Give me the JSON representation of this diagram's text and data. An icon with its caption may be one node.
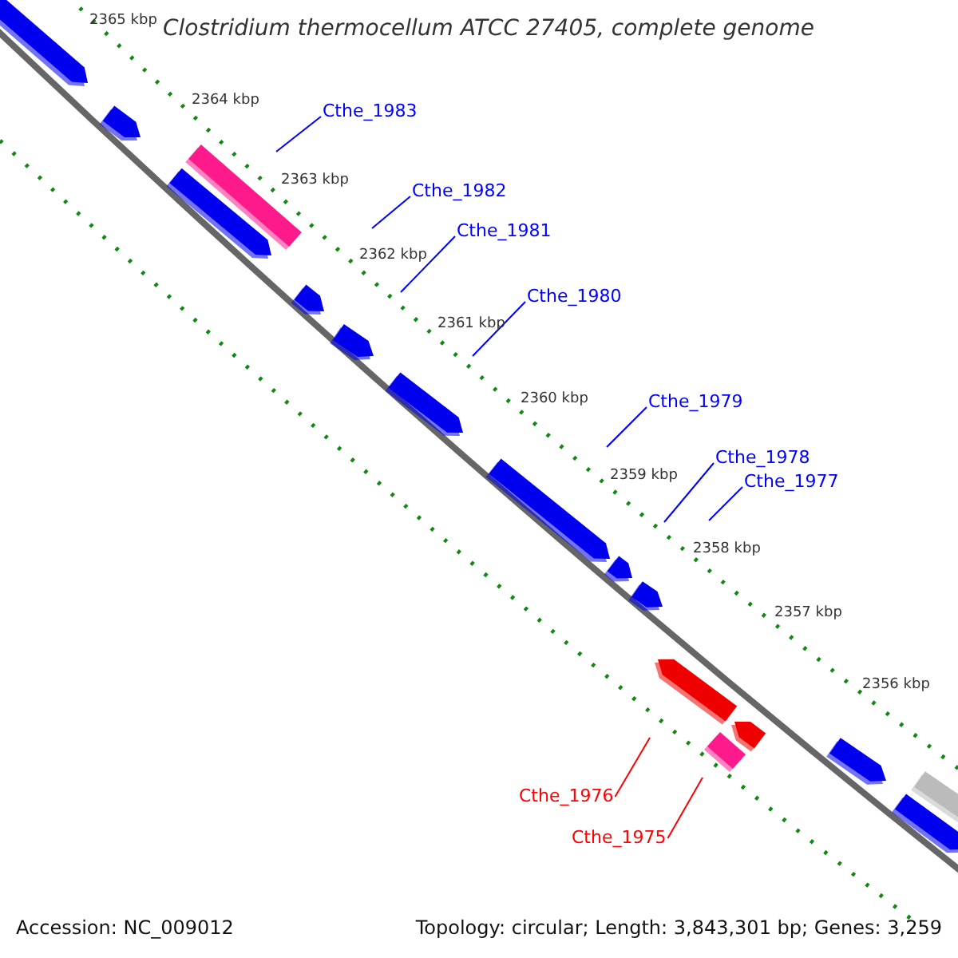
{
  "diagram": {
    "title": "Clostridium thermocellum ATCC 27405, complete genome",
    "nodes": [
      {
        "text": [
          "Cthe_1983"
        ]
      },
      {
        "text": [
          "Cthe_1982"
        ]
      },
      {
        "text": [
          "Cthe_1981"
        ]
      },
      {
        "text": [
          "Cthe_1980"
        ]
      },
      {
        "text": [
          "Cthe_1979"
        ]
      },
      {
        "text": [
          "Cthe_1978"
        ]
      },
      {
        "text": [
          "Cthe_1977"
        ]
      },
      {
        "text": [
          "Cthe_1976"
        ]
      },
      {
        "text": [
          "Cthe_1975"
        ]
      }
    ],
    "edges": [
      {
        "from": 0,
        "to": null,
        "arrow": "none"
      },
      {
        "from": 1,
        "to": null,
        "arrow": "none"
      },
      {
        "from": 2,
        "to": null,
        "arrow": "none"
      },
      {
        "from": 3,
        "to": null,
        "arrow": "none"
      },
      {
        "from": 4,
        "to": null,
        "arrow": "none"
      },
      {
        "from": 5,
        "to": null,
        "arrow": "none"
      },
      {
        "from": 6,
        "to": null,
        "arrow": "none"
      },
      {
        "from": 7,
        "to": null,
        "arrow": "none",
        "color": "#ff0000"
      },
      {
        "from": 8,
        "to": null,
        "arrow": "none",
        "color": "#ff0000"
      }
    ],
    "labels": [
      "2365 kbp",
      "2364 kbp",
      "2363 kbp",
      "2362 kbp",
      "2361 kbp",
      "2360 kbp",
      "2359 kbp",
      "2358 kbp",
      "2357 kbp",
      "2356 kbp",
      "Accession: NC_009012",
      "Topology: circular; Length: 3,843,301 bp; Genes: 3,259"
    ]
  }
}
